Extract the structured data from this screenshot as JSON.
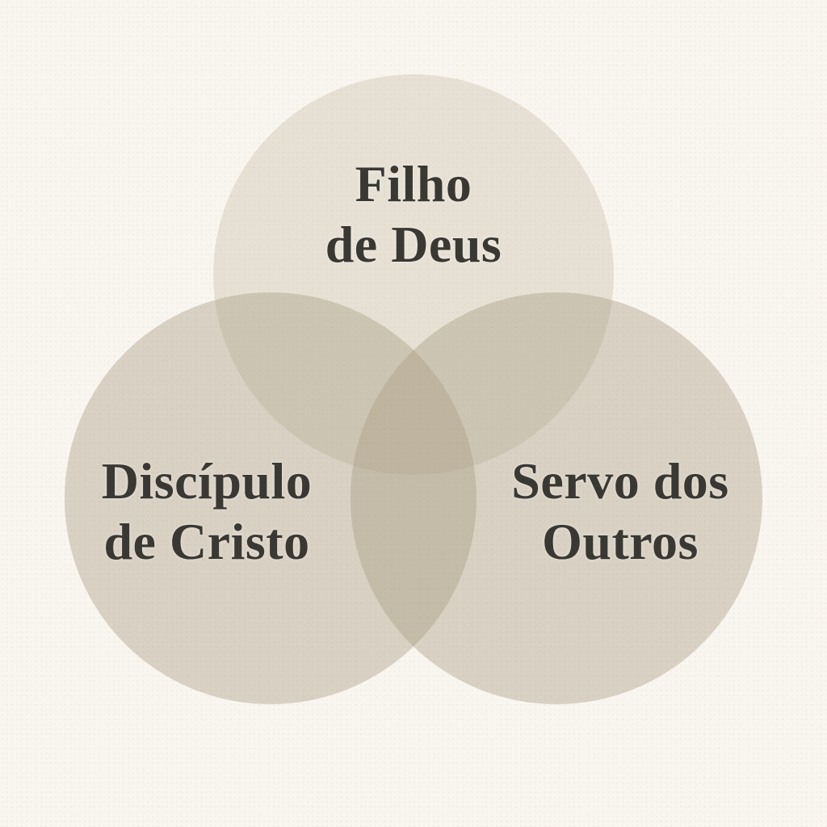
{
  "diagram": {
    "type": "venn-3-circles",
    "colors": {
      "bg": "#f9f6f0",
      "ink": "#3a3833",
      "topFill": "rgba(175,160,130,0.24)",
      "sideFill": "rgba(168,156,130,0.40)"
    },
    "circles": [
      {
        "id": "top",
        "label_lines": [
          "Filho",
          "de Deus"
        ]
      },
      {
        "id": "left",
        "label_lines": [
          "Discípulo",
          "de Cristo"
        ]
      },
      {
        "id": "right",
        "label_lines": [
          "Servo dos",
          "Outros"
        ]
      }
    ]
  }
}
